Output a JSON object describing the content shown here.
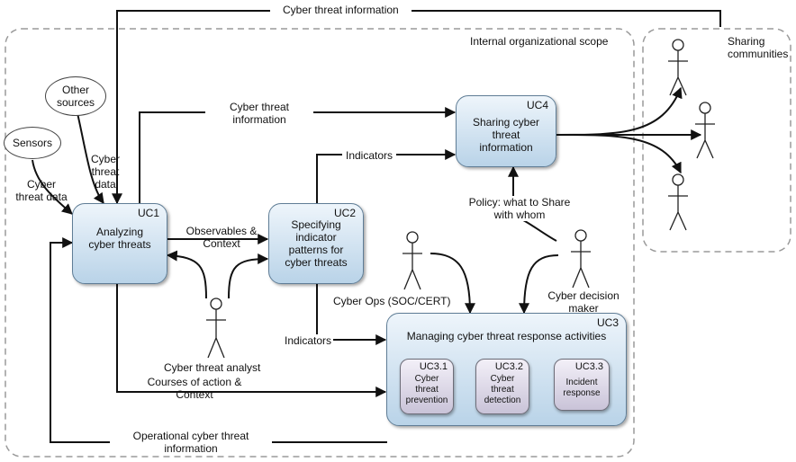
{
  "scope": {
    "internal": "Internal organizational scope",
    "sharing": "Sharing communities"
  },
  "inputs": {
    "sensors": "Sensors",
    "other_sources": "Other sources"
  },
  "use_cases": {
    "uc1": {
      "id": "UC1",
      "title": "Analyzing cyber threats"
    },
    "uc2": {
      "id": "UC2",
      "title": "Specifying indicator patterns for cyber threats"
    },
    "uc3": {
      "id": "UC3",
      "title": "Managing cyber threat response activities",
      "subs": [
        {
          "id": "UC3.1",
          "title": "Cyber threat prevention"
        },
        {
          "id": "UC3.2",
          "title": "Cyber threat detection"
        },
        {
          "id": "UC3.3",
          "title": "Incident response"
        }
      ]
    },
    "uc4": {
      "id": "UC4",
      "title": "Sharing cyber threat information"
    }
  },
  "actors": {
    "analyst": "Cyber threat analyst",
    "ops": "Cyber Ops (SOC/CERT)",
    "decision_maker": "Cyber decision maker"
  },
  "flows": {
    "top": "Cyber threat information",
    "uc1_to_uc4": "Cyber threat information",
    "sensors_data": "Cyber threat data",
    "other_data": "Cyber threat data",
    "observables": "Observables & Context",
    "indicators_uc4": "Indicators",
    "indicators_uc3": "Indicators",
    "policy": "Policy: what to Share with whom",
    "courses": "Courses of action & Context",
    "operational": "Operational cyber threat information"
  }
}
